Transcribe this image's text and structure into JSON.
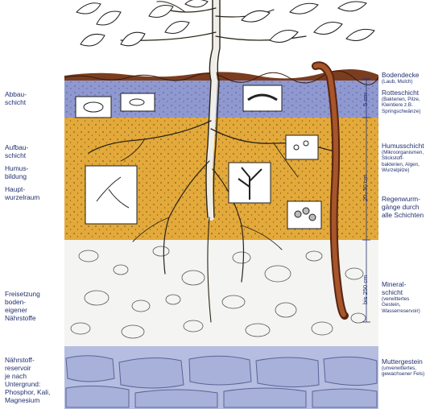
{
  "left_labels": {
    "abbau": [
      "Abbau-",
      "schicht"
    ],
    "aufbau": [
      "Aufbau-",
      "schicht"
    ],
    "humusbildung": [
      "Humus-",
      "bildung"
    ],
    "hauptwurzel": [
      "Haupt-",
      "wurzelraum"
    ],
    "freisetzung": [
      "Freisetzung",
      "boden-",
      "eigener",
      "Nährstoffe"
    ],
    "naehrstoff": [
      "Nährstoff-",
      "reservoir",
      "je nach",
      "Untergrund:",
      "Phosphor, Kali,",
      "Magnesium"
    ]
  },
  "right_labels": {
    "bodendecke": {
      "title": "Bodendecke",
      "sub": [
        "(Laub, Mulch)"
      ]
    },
    "rotteschicht": {
      "title": "Rotteschicht",
      "sub": [
        "(Bakterien, Pilze,",
        "Kleintiere z.B.",
        "Springschwänze)"
      ]
    },
    "humusschicht": {
      "title": "Humusschicht",
      "sub": [
        "(Mikroorganismen,",
        "Stickstoff-",
        "bakterien, Algen,",
        "Wurzelpilze)"
      ]
    },
    "regenwurm": {
      "title": [
        "Regenwurm-",
        "gänge durch",
        "alle Schichten"
      ]
    },
    "mineral": {
      "title": [
        "Mineral-",
        "schicht"
      ],
      "sub": [
        "(verwittertes",
        "Gestein,",
        "Wasserreservoir)"
      ]
    },
    "mutter": {
      "title": "Muttergestein",
      "sub": [
        "(unverwittertes,",
        "gewachsener Fels)"
      ]
    }
  },
  "depth_labels": {
    "d1": "5 cm",
    "d2": "20–30 cm",
    "d3": "bis 250 cm"
  },
  "colors": {
    "litter": "#7a3d20",
    "rotte": "#8f98cf",
    "humus": "#e3a93a",
    "mineral": "#f4f4f2",
    "bedrock": "#b5bee0",
    "text": "#22306e"
  }
}
